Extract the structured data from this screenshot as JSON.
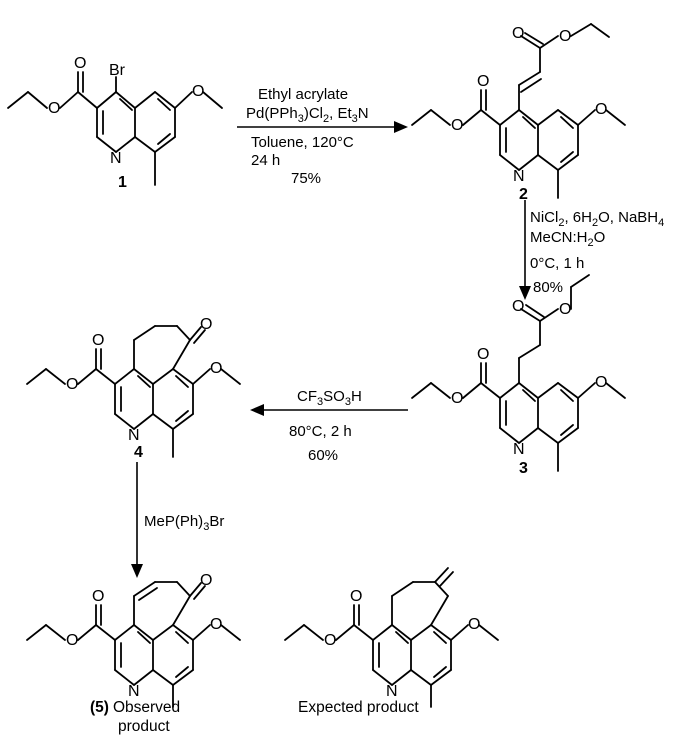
{
  "compounds": {
    "c1": {
      "number": "1",
      "substituent_label": "Br",
      "ring_n": "N"
    },
    "c2": {
      "number": "2",
      "ring_n": "N"
    },
    "c3": {
      "number": "3",
      "ring_n": "N"
    },
    "c4": {
      "number": "4",
      "ring_n": "N"
    },
    "c5": {
      "number_prefix": "(5)",
      "caption_line1": "Observed",
      "caption_line2": "product",
      "ring_n": "N"
    },
    "expected": {
      "caption": "Expected product",
      "ring_n": "N"
    }
  },
  "reactions": {
    "step1": {
      "reagent_line1": "Ethyl acrylate",
      "reagent_line2": "Pd(PPh3)Cl2, Et3N",
      "solvent": "Toluene, 120°C",
      "time": "24 h",
      "yield": "75%"
    },
    "step2": {
      "reagent_line1": "NiCl2, 6H2O, NaBH4",
      "reagent_line2": "MeCN:H2O",
      "conditions": "0°C, 1 h",
      "yield": "80%"
    },
    "step3": {
      "reagent": "CF3SO3H",
      "conditions": "80°C, 2 h",
      "yield": "60%"
    },
    "step4": {
      "reagent": "MeP(Ph)3Br"
    }
  }
}
